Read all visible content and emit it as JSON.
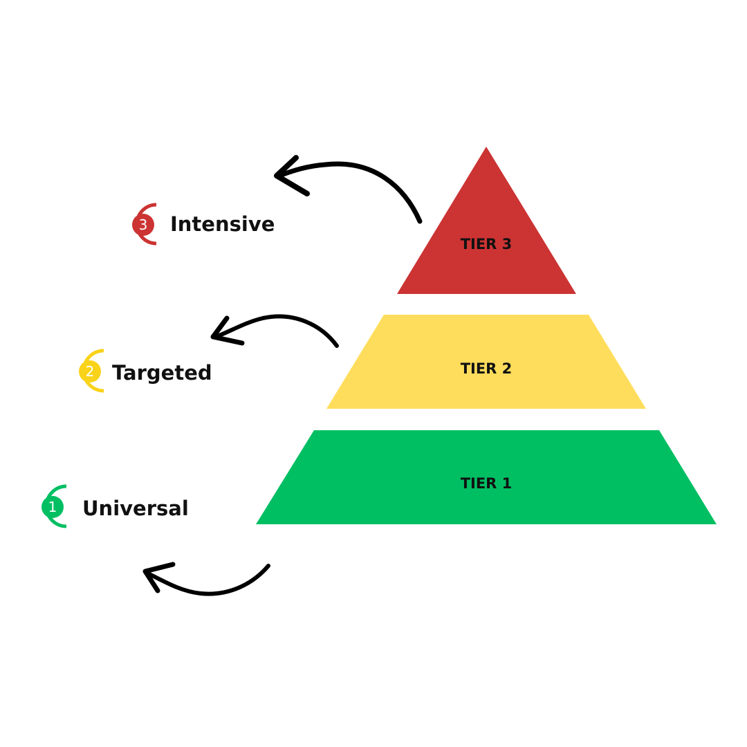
{
  "colors": {
    "tier3": "#CC3333",
    "tier2": "#FFDD5C",
    "tier1": "#00BF63",
    "num3": "#CC3333",
    "num2": "#F9D31A",
    "num1": "#00BF63",
    "arrow": "#000000"
  },
  "tiers": [
    {
      "label": "TIER 3"
    },
    {
      "label": "TIER 2"
    },
    {
      "label": "TIER 1"
    }
  ],
  "legend": [
    {
      "number": "3",
      "label": "Intensive"
    },
    {
      "number": "2",
      "label": "Targeted"
    },
    {
      "number": "1",
      "label": "Universal"
    }
  ],
  "icons": [
    "curved-arrow-icon",
    "curved-arrow-icon",
    "curved-arrow-icon"
  ]
}
